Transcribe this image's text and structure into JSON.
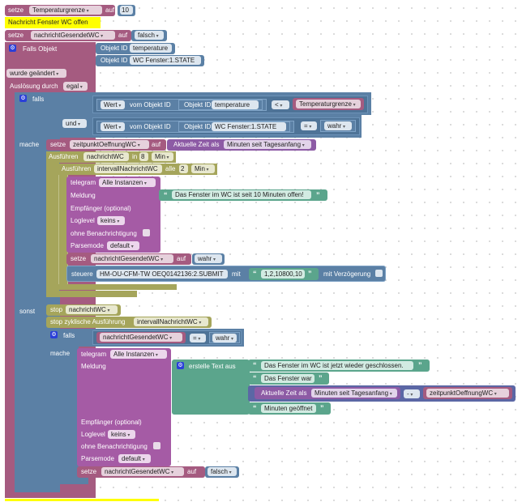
{
  "workspace": {
    "set_temp": {
      "keyword": "setze",
      "variable": "Temperaturgrenze",
      "to": "auf",
      "value": "10"
    },
    "comment": {
      "text": "Nachricht Fenster WC offen"
    },
    "set_sent_false": {
      "keyword": "setze",
      "variable": "nachrichtGesendetWC",
      "to": "auf",
      "value": "falsch"
    },
    "trigger": {
      "label": "Falls Objekt",
      "object_id_label": "Objekt ID",
      "object_ids": [
        "temperature",
        "WC Fenster:1.STATE"
      ],
      "condition": "wurde geändert",
      "trigger_by_label": "Auslösung durch",
      "trigger_by": "egal"
    },
    "if_block": {
      "falls": "falls",
      "and": "und",
      "do": "mache",
      "else": "sonst",
      "cond1": {
        "value_label": "Wert",
        "from_object": "vom Objekt ID",
        "object_id_label": "Objekt ID",
        "object_id": "temperature",
        "operator": "<",
        "compare_var": "Temperaturgrenze"
      },
      "cond2": {
        "value_label": "Wert",
        "from_object": "vom Objekt ID",
        "object_id_label": "Objekt ID",
        "object_id": "WC Fenster:1.STATE",
        "operator": "=",
        "compare_value": "wahr"
      }
    },
    "set_open_time": {
      "keyword": "setze",
      "variable": "zeitpunktOeffnungWC",
      "to": "auf",
      "time_label": "Aktuelle Zeit als",
      "time_format": "Minuten seit Tagesanfang"
    },
    "timeout": {
      "label": "Ausführen",
      "name": "nachrichtWC",
      "in": "in",
      "value": "8",
      "unit": "Min"
    },
    "interval": {
      "label": "Ausführen",
      "name": "intervallNachrichtWC",
      "every": "alle",
      "value": "2",
      "unit": "Min"
    },
    "telegram1": {
      "label": "telegram",
      "instance": "Alle Instanzen",
      "message_label": "Meldung",
      "message": "Das Fenster im WC ist seit 10 Minuten offen!",
      "recipient_label": "Empfänger (optional)",
      "loglevel_label": "Loglevel",
      "loglevel": "keins",
      "silent_label": "ohne Benachrichtigung",
      "parsemode_label": "Parsemode",
      "parsemode": "default"
    },
    "set_sent_true": {
      "keyword": "setze",
      "variable": "nachrichtGesendetWC",
      "to": "auf",
      "value": "wahr"
    },
    "control": {
      "label": "steuere",
      "object_id": "HM-OU-CFM-TW OEQ0142136:2.SUBMIT",
      "with": "mit",
      "value": "1,2,10800,10",
      "delay_label": "mit Verzögerung"
    },
    "stop_timeout": {
      "label": "stop",
      "name": "nachrichtWC"
    },
    "stop_interval": {
      "label": "stop zyklische Ausführung",
      "name": "intervallNachrichtWC"
    },
    "inner_if": {
      "falls": "falls",
      "do": "mache",
      "variable": "nachrichtGesendetWC",
      "operator": "=",
      "value": "wahr"
    },
    "telegram2": {
      "label": "telegram",
      "instance": "Alle Instanzen",
      "message_label": "Meldung",
      "recipient_label": "Empfänger (optional)",
      "loglevel_label": "Loglevel",
      "loglevel": "keins",
      "silent_label": "ohne Benachrichtigung",
      "parsemode_label": "Parsemode",
      "parsemode": "default"
    },
    "create_text": {
      "label": "erstelle Text aus",
      "text1": "Das Fenster im WC ist jetzt wieder geschlossen.",
      "text2": "Das Fenster war",
      "time_label": "Aktuelle Zeit als",
      "time_format": "Minuten seit Tagesanfang",
      "operator": "-",
      "variable": "zeitpunktOeffnungWC",
      "text3": "Minuten geöffnet"
    },
    "set_sent_false2": {
      "keyword": "setze",
      "variable": "nachrichtGesendetWC",
      "to": "auf",
      "value": "falsch"
    }
  }
}
